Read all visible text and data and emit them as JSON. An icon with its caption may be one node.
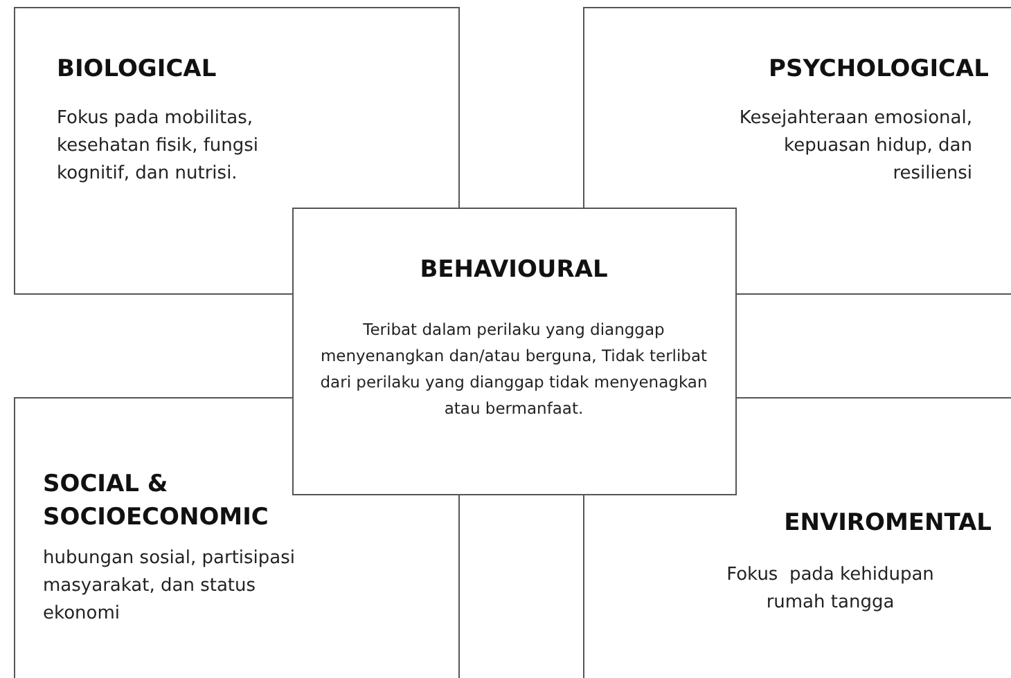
{
  "diagram": {
    "nodes": [
      {
        "text": [
          "BIOLOGICAL",
          "Fokus pada mobilitas, kesehatan fisik, fungsi kognitif, dan nutrisi."
        ]
      },
      {
        "text": [
          "PSYCHOLOGICAL",
          "Kesejahteraan emosional, kepuasan hidup, dan resiliensi"
        ]
      },
      {
        "text": [
          "BEHAVIOURAL",
          "Teribat dalam perilaku yang dianggap menyenangkan dan/atau berguna, Tidak terlibat dari perilaku yang dianggap tidak menyenagkan atau bermanfaat."
        ]
      },
      {
        "text": [
          "SOCIAL & SOCIOECONOMIC",
          "hubungan sosial, partisipasi masyarakat, dan status ekonomi"
        ]
      },
      {
        "text": [
          "ENVIROMENTAL",
          "Fokus  pada kehidupan rumah tangga"
        ]
      }
    ],
    "edges": []
  }
}
